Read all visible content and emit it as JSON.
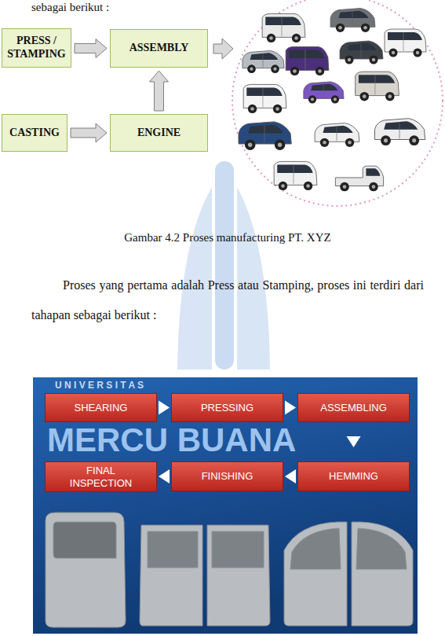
{
  "diagram": {
    "caption": "Gambar 4.2 Proses manufacturing PT. XYZ",
    "nodes": [
      {
        "text": [
          "PRESS / STAMPING"
        ]
      },
      {
        "text": [
          "ASSEMBLY"
        ]
      },
      {
        "text": [
          "CASTING"
        ]
      },
      {
        "text": [
          "ENGINE"
        ]
      },
      {
        "text": [
          "SHEARING"
        ]
      },
      {
        "text": [
          "PRESSING"
        ]
      },
      {
        "text": [
          "ASSEMBLING"
        ]
      },
      {
        "text": [
          "HEMMING"
        ]
      },
      {
        "text": [
          "FINISHING"
        ]
      },
      {
        "text": [
          "FINAL INSPECTION"
        ]
      }
    ],
    "edges": [
      {
        "from": 0,
        "to": 1,
        "arrow": "to"
      },
      {
        "from": 2,
        "to": 3,
        "arrow": "to"
      },
      {
        "from": 3,
        "to": 1,
        "arrow": "to"
      },
      {
        "from": 4,
        "to": 5,
        "arrow": "to"
      },
      {
        "from": 5,
        "to": 6,
        "arrow": "to"
      },
      {
        "from": 6,
        "to": 7,
        "arrow": "to"
      },
      {
        "from": 7,
        "to": 8,
        "arrow": "to"
      },
      {
        "from": 8,
        "to": 9,
        "arrow": "to"
      }
    ],
    "labels": [
      "sebagai berikut :",
      "Proses yang pertama adalah Press atau Stamping, proses ini terdiri dari tahapan sebagai berikut :",
      "U N I V E R S I T A S",
      "MERCU BUANA"
    ]
  }
}
